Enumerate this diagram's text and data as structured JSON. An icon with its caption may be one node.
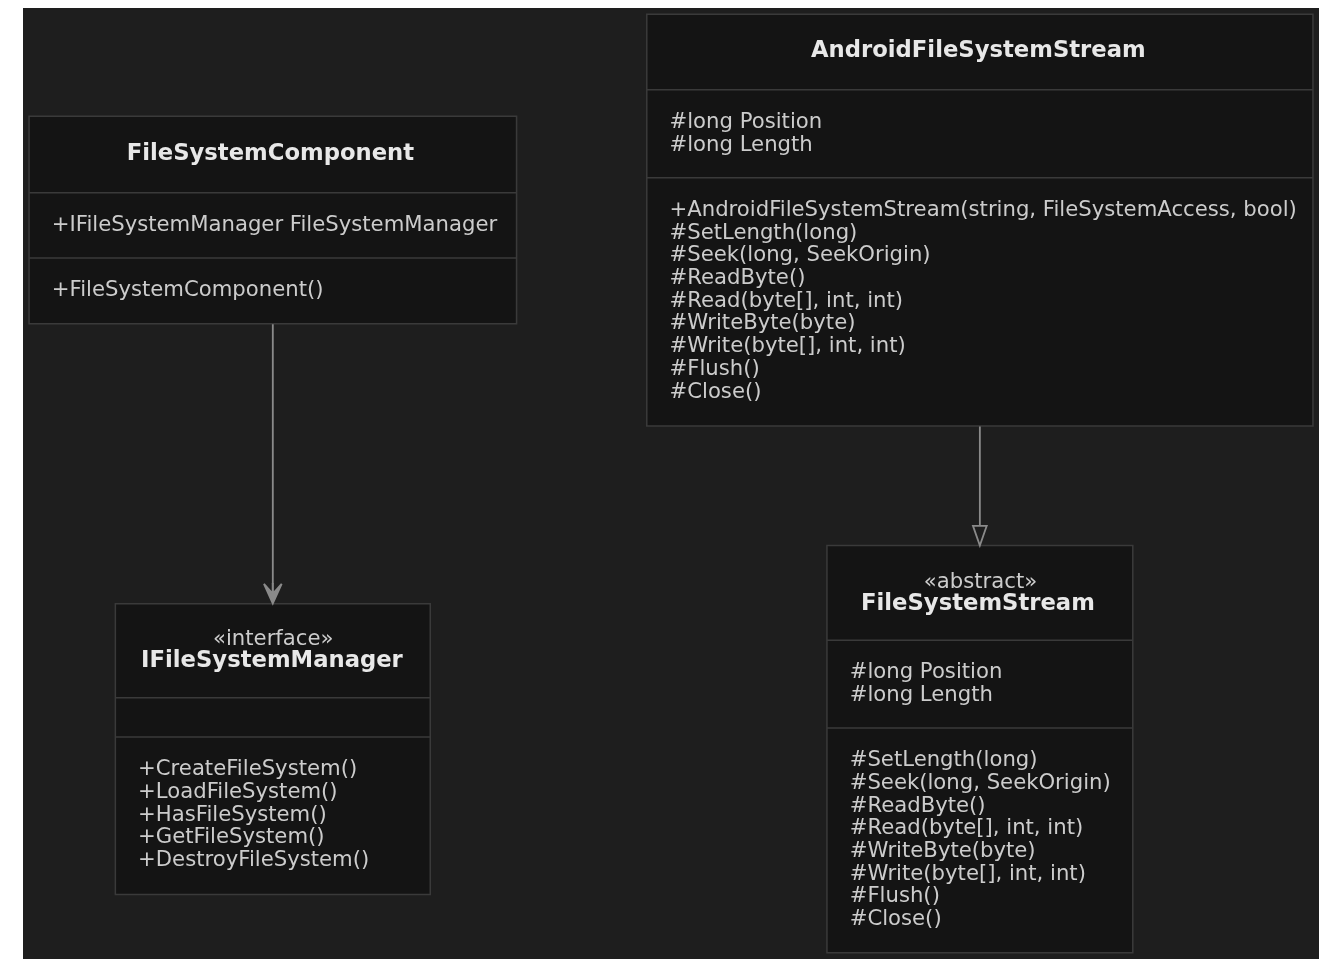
{
  "diagram": {
    "nodes": [
      {
        "text": [
          "FileSystemComponent",
          "+IFileSystemManager FileSystemManager",
          "+FileSystemComponent()"
        ]
      },
      {
        "text": [
          "«interface»",
          "IFileSystemManager",
          "+CreateFileSystem()",
          "+LoadFileSystem()",
          "+HasFileSystem()",
          "+GetFileSystem()",
          "+DestroyFileSystem()"
        ]
      },
      {
        "text": [
          "AndroidFileSystemStream",
          "#long Position",
          "#long Length",
          "+AndroidFileSystemStream(string, FileSystemAccess, bool)",
          "#SetLength(long)",
          "#Seek(long, SeekOrigin)",
          "#ReadByte()",
          "#Read(byte[], int, int)",
          "#WriteByte(byte)",
          "#Write(byte[], int, int)",
          "#Flush()",
          "#Close()"
        ]
      },
      {
        "text": [
          "«abstract»",
          "FileSystemStream",
          "#long Position",
          "#long Length",
          "#SetLength(long)",
          "#Seek(long, SeekOrigin)",
          "#ReadByte()",
          "#Read(byte[], int, int)",
          "#WriteByte(byte)",
          "#Write(byte[], int, int)",
          "#Flush()",
          "#Close()"
        ]
      }
    ],
    "edges": [
      {
        "from": 0,
        "to": 1,
        "arrow": "to"
      },
      {
        "from": 2,
        "to": 3,
        "arrow": "to"
      }
    ]
  }
}
